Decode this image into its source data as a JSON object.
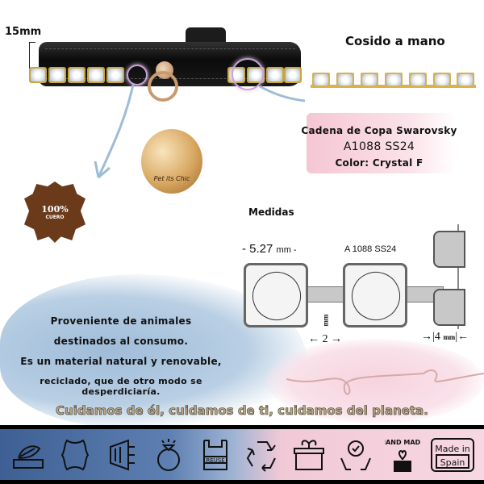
{
  "width_label": "15mm",
  "tag_engraving": "Pet its Chic",
  "leather_badge": {
    "percent": "100%",
    "label": "CUERO"
  },
  "sewn_title": "Cosido a mano",
  "chain_info": {
    "line1": "Cadena de Copa Swarovsky",
    "line2": "A1088 SS24",
    "line3": "Color: Crystal F"
  },
  "measures": {
    "title": "Medidas",
    "stone_width": "- 5.27",
    "stone_unit": "mm -",
    "model": "A 1088 SS24",
    "gap": "2",
    "gap_unit": "mm",
    "depth": "4",
    "depth_unit": "mm"
  },
  "origin_text": [
    "Proveniente de animales",
    "destinados al consumo.",
    "Es un material natural y renovable,",
    "reciclado, que de otro modo se desperdiciaría."
  ],
  "slogan": "Cuidamos de él, cuidamos de ti, cuidamos del planeta.",
  "icons": [
    {
      "name": "breathable-leather-icon"
    },
    {
      "name": "hide-icon"
    },
    {
      "name": "layers-icon"
    },
    {
      "name": "diamond-ring-icon"
    },
    {
      "name": "reuse-bag-icon",
      "label": "REUSE"
    },
    {
      "name": "recycle-icon"
    },
    {
      "name": "plant-box-icon"
    },
    {
      "name": "quality-hands-icon"
    },
    {
      "name": "handmade-icon",
      "label": "HAND MADE"
    },
    {
      "name": "made-in-spain-icon",
      "label1": "Made in",
      "label2": "Spain"
    }
  ]
}
